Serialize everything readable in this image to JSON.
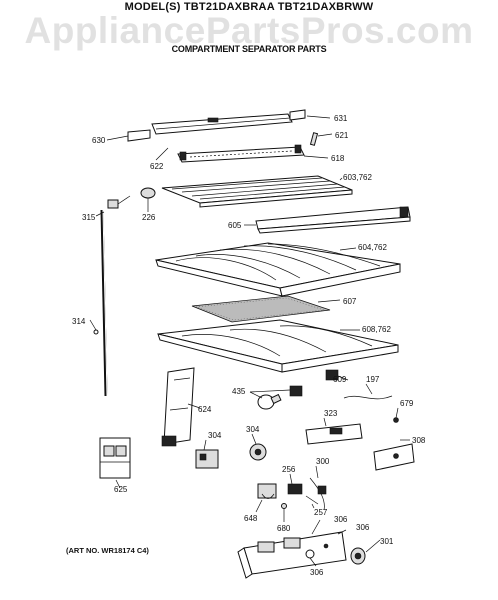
{
  "header": {
    "model_line": "MODEL(S) TBT21DAXBRAA  TBT21DAXBRWW",
    "subtitle": "COMPARTMENT SEPARATOR PARTS",
    "watermark": "AppliancePartsPros.com"
  },
  "art_number": "(ART NO. WR18174 C4)",
  "callouts": {
    "c631": "631",
    "c630": "630",
    "c621": "621",
    "c622": "622",
    "c618": "618",
    "c603": "603,762",
    "c315": "315",
    "c226": "226",
    "c605": "605",
    "c604": "604,762",
    "c607": "607",
    "c314": "314",
    "c608": "608,762",
    "c609": "609",
    "c197": "197",
    "c435": "435",
    "c624": "624",
    "c323": "323",
    "c679": "679",
    "c304a": "304",
    "c304b": "304",
    "c308": "308",
    "c256": "256",
    "c300": "300",
    "c625": "625",
    "c257": "257",
    "c648": "648",
    "c680": "680",
    "c306a": "306",
    "c306b": "306",
    "c301": "301",
    "c306c": "306"
  }
}
